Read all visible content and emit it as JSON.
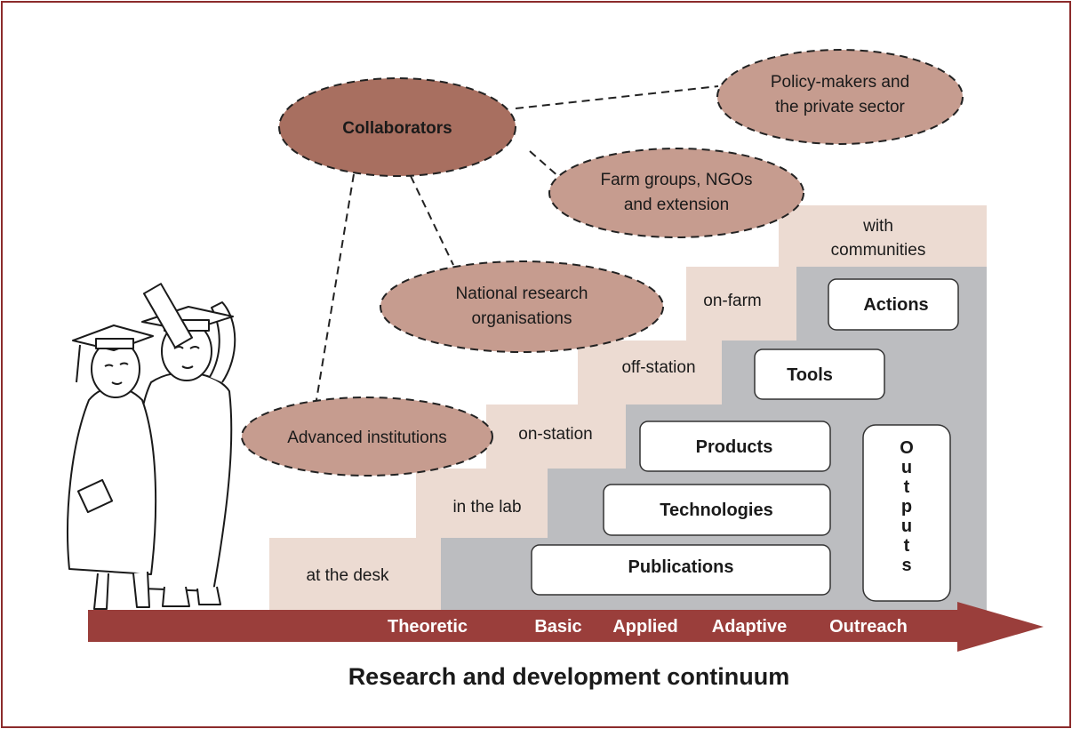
{
  "diagram": {
    "title": "Research and development continuum",
    "arrow_stages": [
      "Theoretic",
      "Basic",
      "Applied",
      "Adaptive",
      "Outreach"
    ],
    "stairs": [
      "at the desk",
      "in the lab",
      "on-station",
      "off-station",
      "on-farm",
      "with communities"
    ],
    "output_boxes": [
      "Publications",
      "Technologies",
      "Products",
      "Tools",
      "Actions"
    ],
    "outputs_label": "Outputs",
    "collaborators": {
      "main": "Collaborators",
      "groups": [
        "Advanced institutions",
        "National research organisations",
        "Farm groups, NGOs and extension",
        "Policy-makers and the private sector"
      ]
    },
    "colors": {
      "border": "#8c2b2b",
      "arrow": "#9a3e3b",
      "stair": "#ecdbd2",
      "grey_block": "#bcbdc0",
      "oval": "#c69c8f",
      "oval_main": "#a86f60"
    }
  }
}
